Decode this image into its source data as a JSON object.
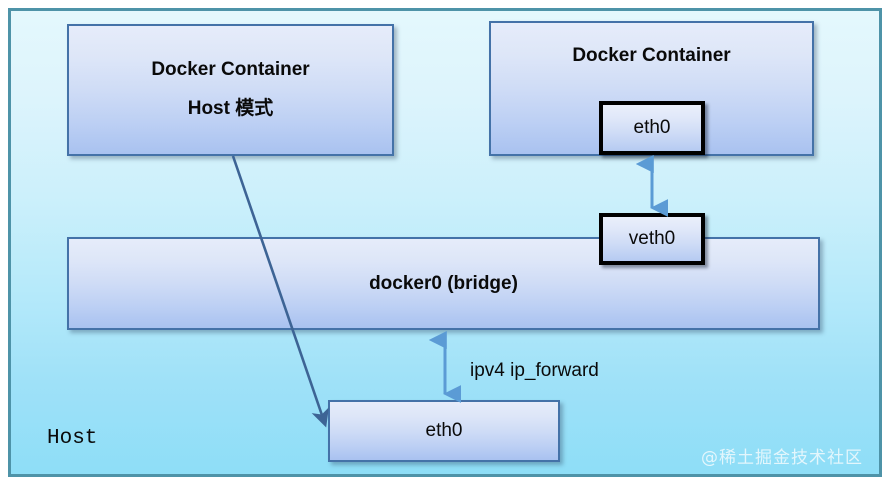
{
  "diagram": {
    "title_hidden": "Docker networking: host mode vs bridge mode",
    "colors": {
      "frame_border": "#4e93a8",
      "frame_bg_top": "#e4f8fd",
      "frame_bg_bottom": "#8edef7",
      "node_border": "#4472a8",
      "node_fill_top": "#e6ecfa",
      "node_fill_bottom": "#a9c2f0",
      "iface_border": "#000000",
      "arrow": "#5b9bd5",
      "connector_line": "#3d6495",
      "text": "#0a0a0a",
      "watermark": "#fafcfe"
    }
  },
  "host": {
    "label": "Host"
  },
  "containers": [
    {
      "id": "host-mode",
      "title": "Docker Container",
      "subtitle": "Host 模式"
    },
    {
      "id": "bridge-mode",
      "title": "Docker Container",
      "interface": "eth0"
    }
  ],
  "interfaces": {
    "container_eth0": "eth0",
    "veth0": "veth0",
    "host_eth0": "eth0"
  },
  "bridge": {
    "label": "docker0 (bridge)"
  },
  "labels": {
    "ip_forward": "ipv4 ip_forward"
  },
  "connectors": [
    {
      "name": "eth0-to-veth0",
      "kind": "double-arrow",
      "from": "container_eth0",
      "to": "veth0"
    },
    {
      "name": "docker0-to-host-eth0",
      "kind": "double-arrow",
      "from": "docker0 (bridge)",
      "to": "host eth0",
      "annotation": "ipv4 ip_forward"
    },
    {
      "name": "host-mode-container-to-host-eth0",
      "kind": "single-arrow",
      "from": "Docker Container Host 模式",
      "to": "host eth0"
    }
  ],
  "watermark": {
    "text": "@稀土掘金技术社区"
  }
}
